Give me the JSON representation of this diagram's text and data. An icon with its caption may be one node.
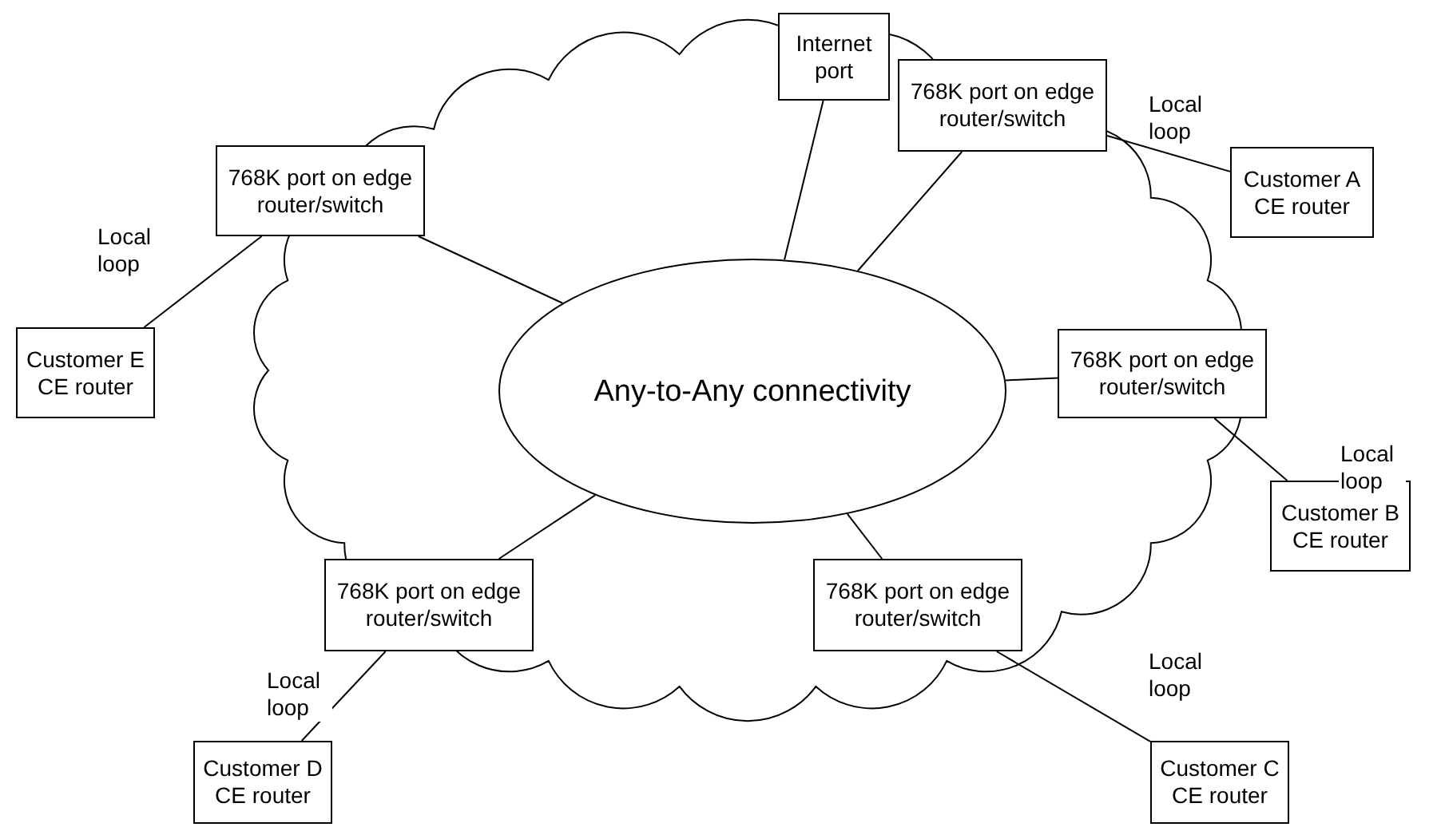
{
  "diagram": {
    "nodes": [
      {
        "text": [
          "Internet port"
        ]
      },
      {
        "text": [
          "768K port on edge router/switch"
        ]
      },
      {
        "text": [
          "Customer A CE router"
        ]
      },
      {
        "text": [
          "768K port on edge router/switch"
        ]
      },
      {
        "text": [
          "Customer E CE router"
        ]
      },
      {
        "text": [
          "Any-to-Any connectivity"
        ]
      },
      {
        "text": [
          "768K port on edge router/switch"
        ]
      },
      {
        "text": [
          "Customer B CE router"
        ]
      },
      {
        "text": [
          "768K port on edge router/switch"
        ]
      },
      {
        "text": [
          "768K port on edge router/switch"
        ]
      },
      {
        "text": [
          "Customer D CE router"
        ]
      },
      {
        "text": [
          "Customer C CE router"
        ]
      }
    ],
    "edges": [
      {
        "from": 5,
        "to": 0,
        "arrow": "none"
      },
      {
        "from": 5,
        "to": 1,
        "arrow": "none"
      },
      {
        "from": 5,
        "to": 3,
        "arrow": "none"
      },
      {
        "from": 5,
        "to": 6,
        "arrow": "none"
      },
      {
        "from": 5,
        "to": 8,
        "arrow": "none"
      },
      {
        "from": 5,
        "to": 9,
        "arrow": "none"
      },
      {
        "from": 1,
        "to": 2,
        "label": "Local loop",
        "arrow": "none"
      },
      {
        "from": 3,
        "to": 4,
        "label": "Local loop",
        "arrow": "none"
      },
      {
        "from": 6,
        "to": 7,
        "label": "Local loop",
        "arrow": "none"
      },
      {
        "from": 8,
        "to": 10,
        "label": "Local loop",
        "arrow": "none"
      },
      {
        "from": 9,
        "to": 11,
        "label": "Local loop",
        "arrow": "none"
      }
    ]
  }
}
